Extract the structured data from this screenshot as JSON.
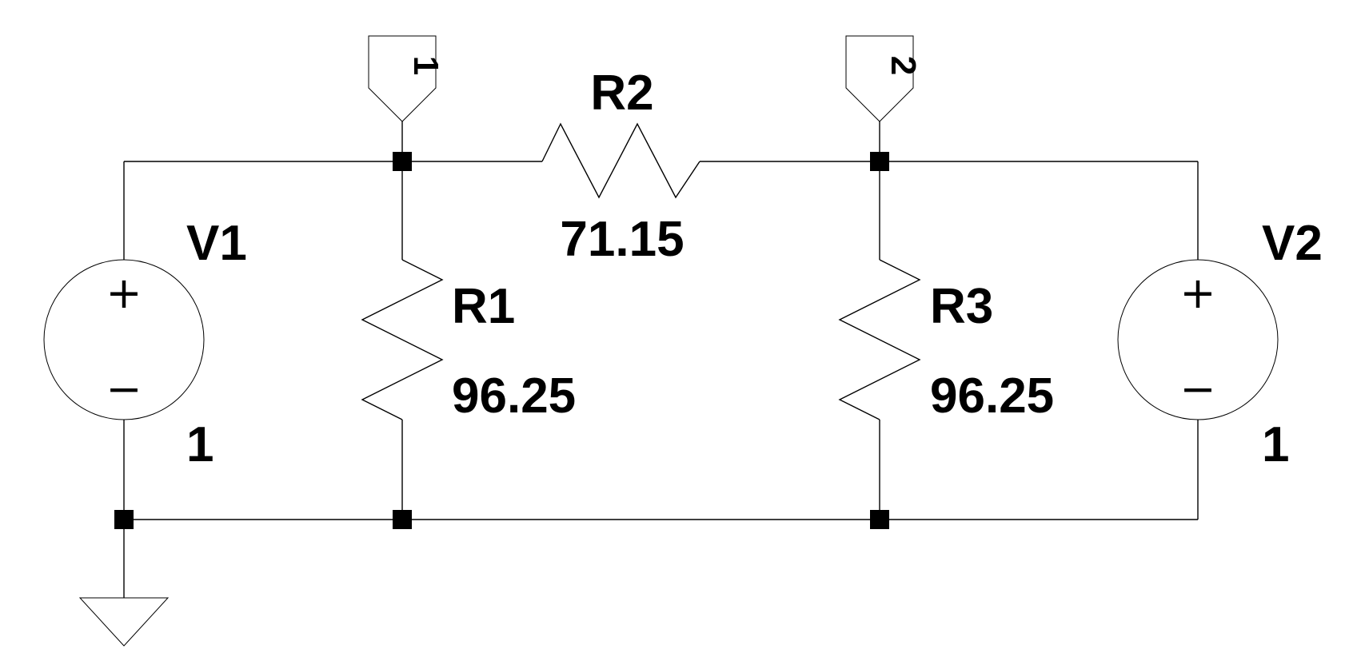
{
  "components": {
    "V1": {
      "name": "V1",
      "value": "1"
    },
    "V2": {
      "name": "V2",
      "value": "1"
    },
    "R1": {
      "name": "R1",
      "value": "96.25"
    },
    "R2": {
      "name": "R2",
      "value": "71.15"
    },
    "R3": {
      "name": "R3",
      "value": "96.25"
    }
  },
  "net_labels": {
    "n1": "1",
    "n2": "2"
  },
  "source_symbols": {
    "plus": "+",
    "minus": "−"
  }
}
